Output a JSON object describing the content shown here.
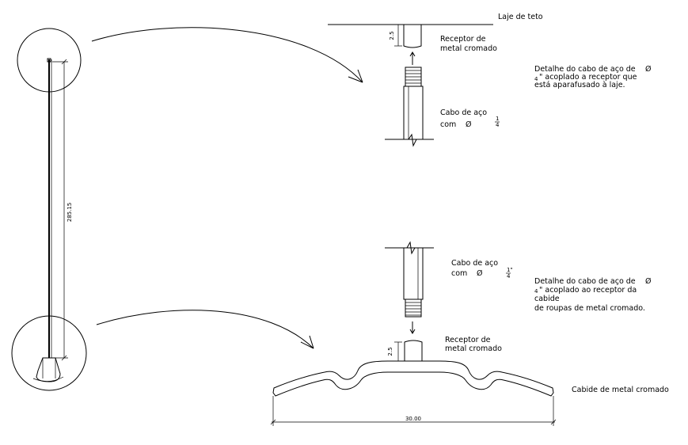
{
  "labels": {
    "laje": "Laje de teto",
    "receptor_top_1": "Receptor de",
    "receptor_top_2": "metal cromado",
    "detalhe_top_1": "Detalhe do cabo de aço de",
    "detalhe_top_2": "\" acoplado a receptor que",
    "detalhe_top_3": "está aparafusado à laje.",
    "cabo_top_1": "Cabo de aço",
    "cabo_top_2": "com",
    "cabo_mid_1": "Cabo de aço",
    "cabo_mid_2": "com",
    "detalhe_bot_1": "Detalhe do cabo de aço de",
    "detalhe_bot_2": "\" acoplado ao receptor da",
    "detalhe_bot_3": "cabide",
    "detalhe_bot_4": "de roupas de metal cromado.",
    "receptor_bot_1": "Receptor de",
    "receptor_bot_2": "metal cromado",
    "cabide": "Cabide de metal cromado"
  },
  "symbols": {
    "diameter": "Ø",
    "frac_num": "1",
    "frac_den": "4",
    "frac_inch": "1\"",
    "frac_4": "4"
  },
  "dimensions": {
    "height": "285.15",
    "receptor_top": "2.5",
    "receptor_bot": "2.5",
    "width": "30.00"
  }
}
